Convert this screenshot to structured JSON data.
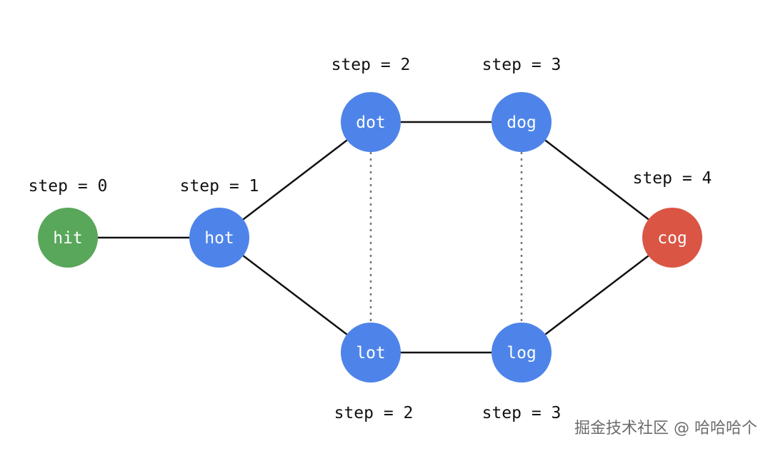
{
  "colors": {
    "start": "#59a75a",
    "middle": "#4e84e9",
    "end": "#da5544",
    "edge": "#111111",
    "dotted": "#777777"
  },
  "nodes": [
    {
      "id": "hit",
      "label": "hit",
      "role": "start",
      "step_text": "step = 0"
    },
    {
      "id": "hot",
      "label": "hot",
      "role": "middle",
      "step_text": "step = 1"
    },
    {
      "id": "dot",
      "label": "dot",
      "role": "middle",
      "step_text": "step = 2"
    },
    {
      "id": "dog",
      "label": "dog",
      "role": "middle",
      "step_text": "step = 3"
    },
    {
      "id": "lot",
      "label": "lot",
      "role": "middle",
      "step_text": "step = 2"
    },
    {
      "id": "log",
      "label": "log",
      "role": "middle",
      "step_text": "step = 3"
    },
    {
      "id": "cog",
      "label": "cog",
      "role": "end",
      "step_text": "step = 4"
    }
  ],
  "edges": [
    {
      "from": "hit",
      "to": "hot",
      "style": "solid"
    },
    {
      "from": "hot",
      "to": "dot",
      "style": "solid"
    },
    {
      "from": "hot",
      "to": "lot",
      "style": "solid"
    },
    {
      "from": "dot",
      "to": "dog",
      "style": "solid"
    },
    {
      "from": "lot",
      "to": "log",
      "style": "solid"
    },
    {
      "from": "dog",
      "to": "cog",
      "style": "solid"
    },
    {
      "from": "log",
      "to": "cog",
      "style": "solid"
    },
    {
      "from": "dot",
      "to": "lot",
      "style": "dotted"
    },
    {
      "from": "dog",
      "to": "log",
      "style": "dotted"
    }
  ],
  "watermark": "掘金技术社区 @ 哈哈哈个"
}
